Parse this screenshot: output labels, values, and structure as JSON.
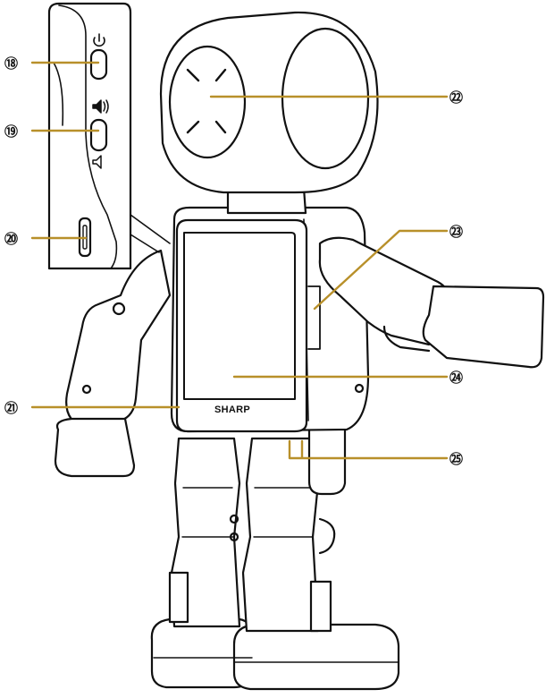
{
  "brand_label": "SHARP",
  "leader_color": "#b8902a",
  "callouts": [
    {
      "id": "c18",
      "label": "⑱"
    },
    {
      "id": "c19",
      "label": "⑲"
    },
    {
      "id": "c20",
      "label": "⑳"
    },
    {
      "id": "c21",
      "label": "㉑"
    },
    {
      "id": "c22",
      "label": "㉒"
    },
    {
      "id": "c23",
      "label": "㉓"
    },
    {
      "id": "c24",
      "label": "㉔"
    },
    {
      "id": "c25",
      "label": "㉕"
    }
  ],
  "icons": [
    "power-icon",
    "volume-up-icon",
    "volume-down-icon"
  ]
}
